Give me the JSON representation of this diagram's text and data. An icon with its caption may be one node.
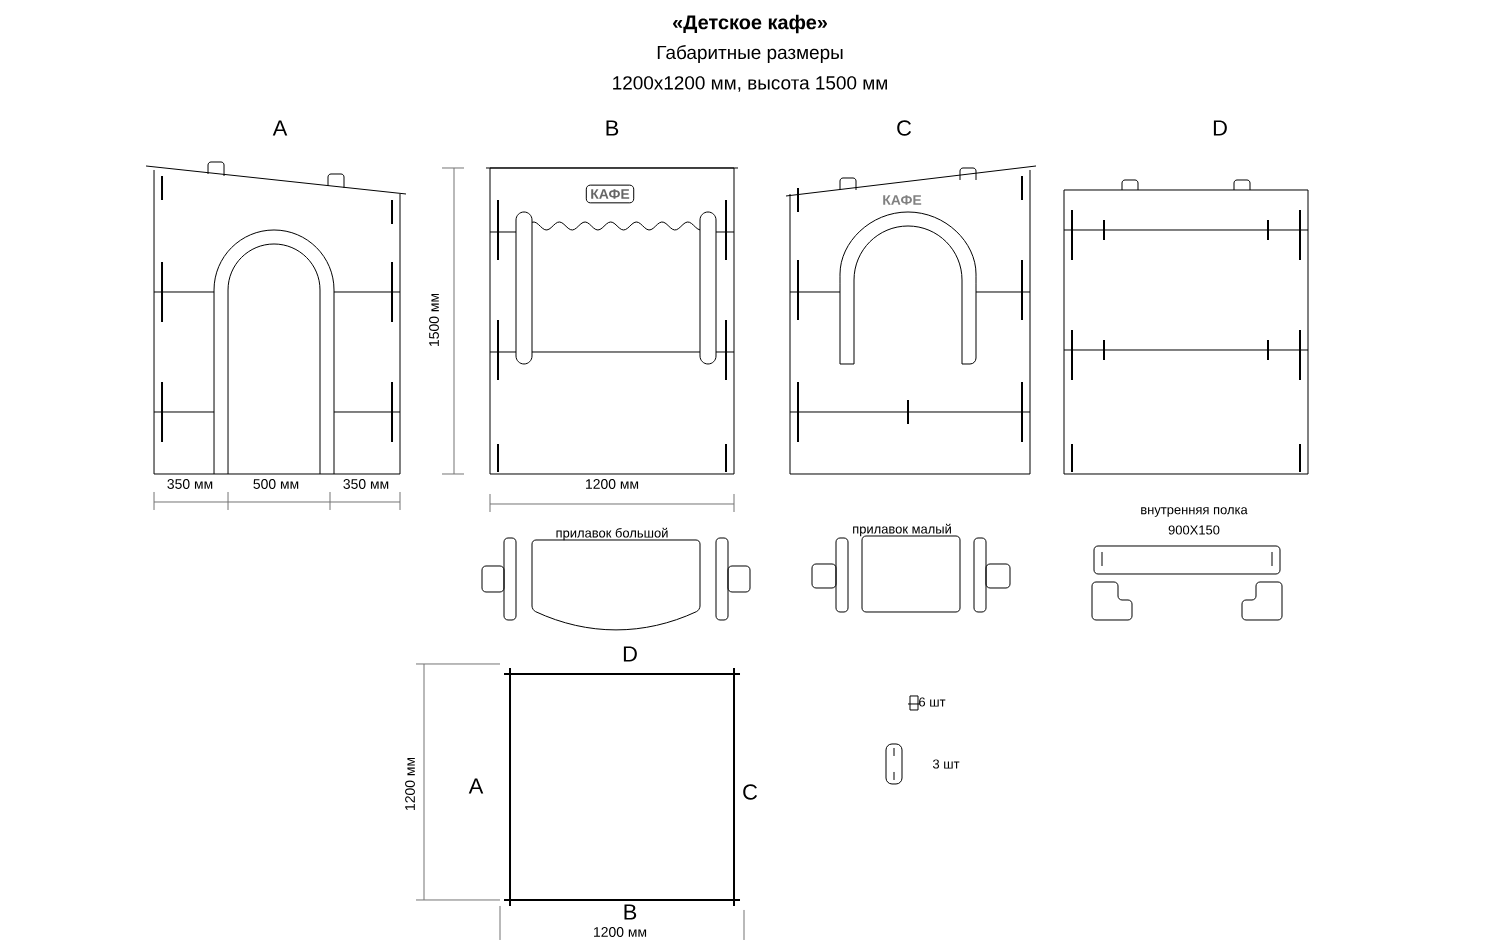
{
  "diagram": {
    "title": "«Детское кафе»",
    "labels": [
      "Габаритные размеры",
      "1200x1200 мм, высота 1500 мм",
      "A",
      "B",
      "C",
      "D",
      "КАФЕ",
      "КАФЕ",
      "1500 мм",
      "350 мм",
      "500 мм",
      "350 мм",
      "1200 мм",
      "прилавок большой",
      "прилавок малый",
      "внутренняя полка",
      "900X150",
      "D",
      "1200 мм",
      "A",
      "C",
      "6 шт",
      "3 шт",
      "B",
      "1200 мм"
    ]
  }
}
